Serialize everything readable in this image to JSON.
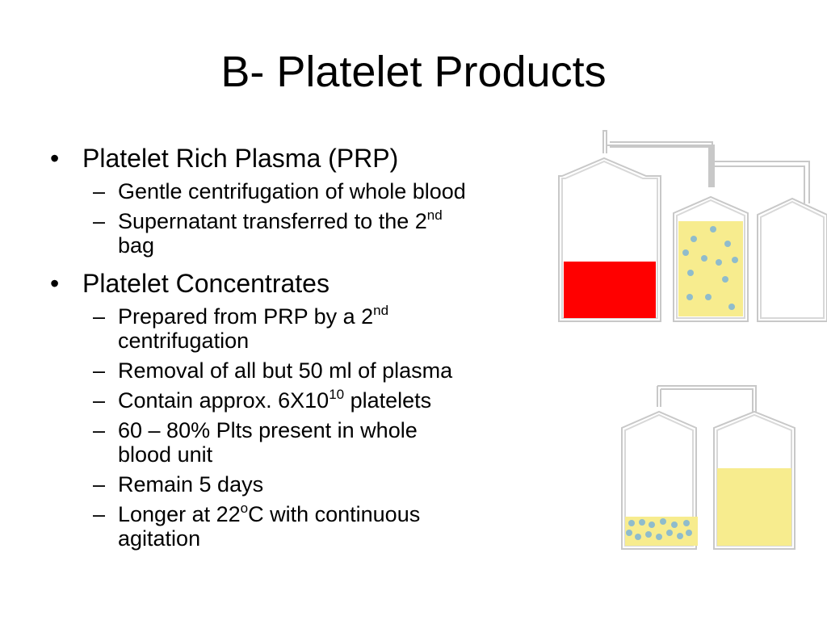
{
  "slide": {
    "title": "B- Platelet Products",
    "bullets": [
      {
        "text": "Platelet Rich Plasma (PRP)",
        "sub": [
          {
            "text": "Gentle centrifugation of whole blood"
          },
          {
            "text_before": "Supernatant transferred to the 2",
            "sup": "nd",
            "line2": "bag"
          }
        ]
      },
      {
        "text": "Platelet Concentrates",
        "sub": [
          {
            "text_before": "Prepared from PRP by a 2",
            "sup": "nd",
            "line2": "centrifugation"
          },
          {
            "text": "Removal of all but 50 ml of plasma"
          },
          {
            "text_before": "Contain approx. 6X10",
            "sup": "10",
            "text_after": " platelets"
          },
          {
            "text": "60 – 80% Plts present in whole",
            "line2": "blood unit"
          },
          {
            "text": "Remain 5 days"
          },
          {
            "text_before": "Longer at 22",
            "sup": "o",
            "text_after": "C with continuous",
            "line2": "agitation"
          }
        ]
      }
    ]
  },
  "colors": {
    "red_cells": "#ff0000",
    "plasma": "#f7ec8e",
    "platelet": "#8fbccc",
    "bag_outline": "#c8c8c8"
  }
}
